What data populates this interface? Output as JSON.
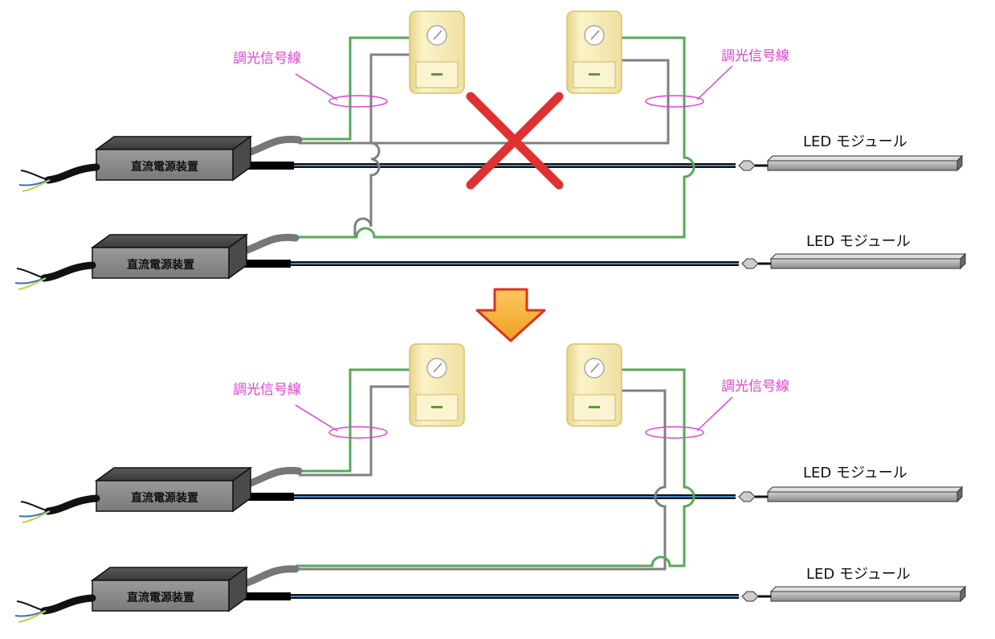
{
  "labels": {
    "dimming_signal_line": "調光信号線",
    "led_module": "LED モジュール",
    "dc_power_supply": "直流電源装置"
  },
  "diagrams": [
    {
      "name": "incorrect-wiring",
      "status": "incorrect",
      "mark": "✕"
    },
    {
      "name": "correct-wiring",
      "status": "correct"
    }
  ],
  "colors": {
    "signal_green": "#55aa55",
    "signal_gray": "#808080",
    "led_cable_blue": "#4a7fc0",
    "cross_mark": "#e03030",
    "arrow_fill": "#f5a623",
    "arrow_outline": "#e03020",
    "label_pink": "#e040d0",
    "dimmer_fill": "#f7ebb0"
  }
}
